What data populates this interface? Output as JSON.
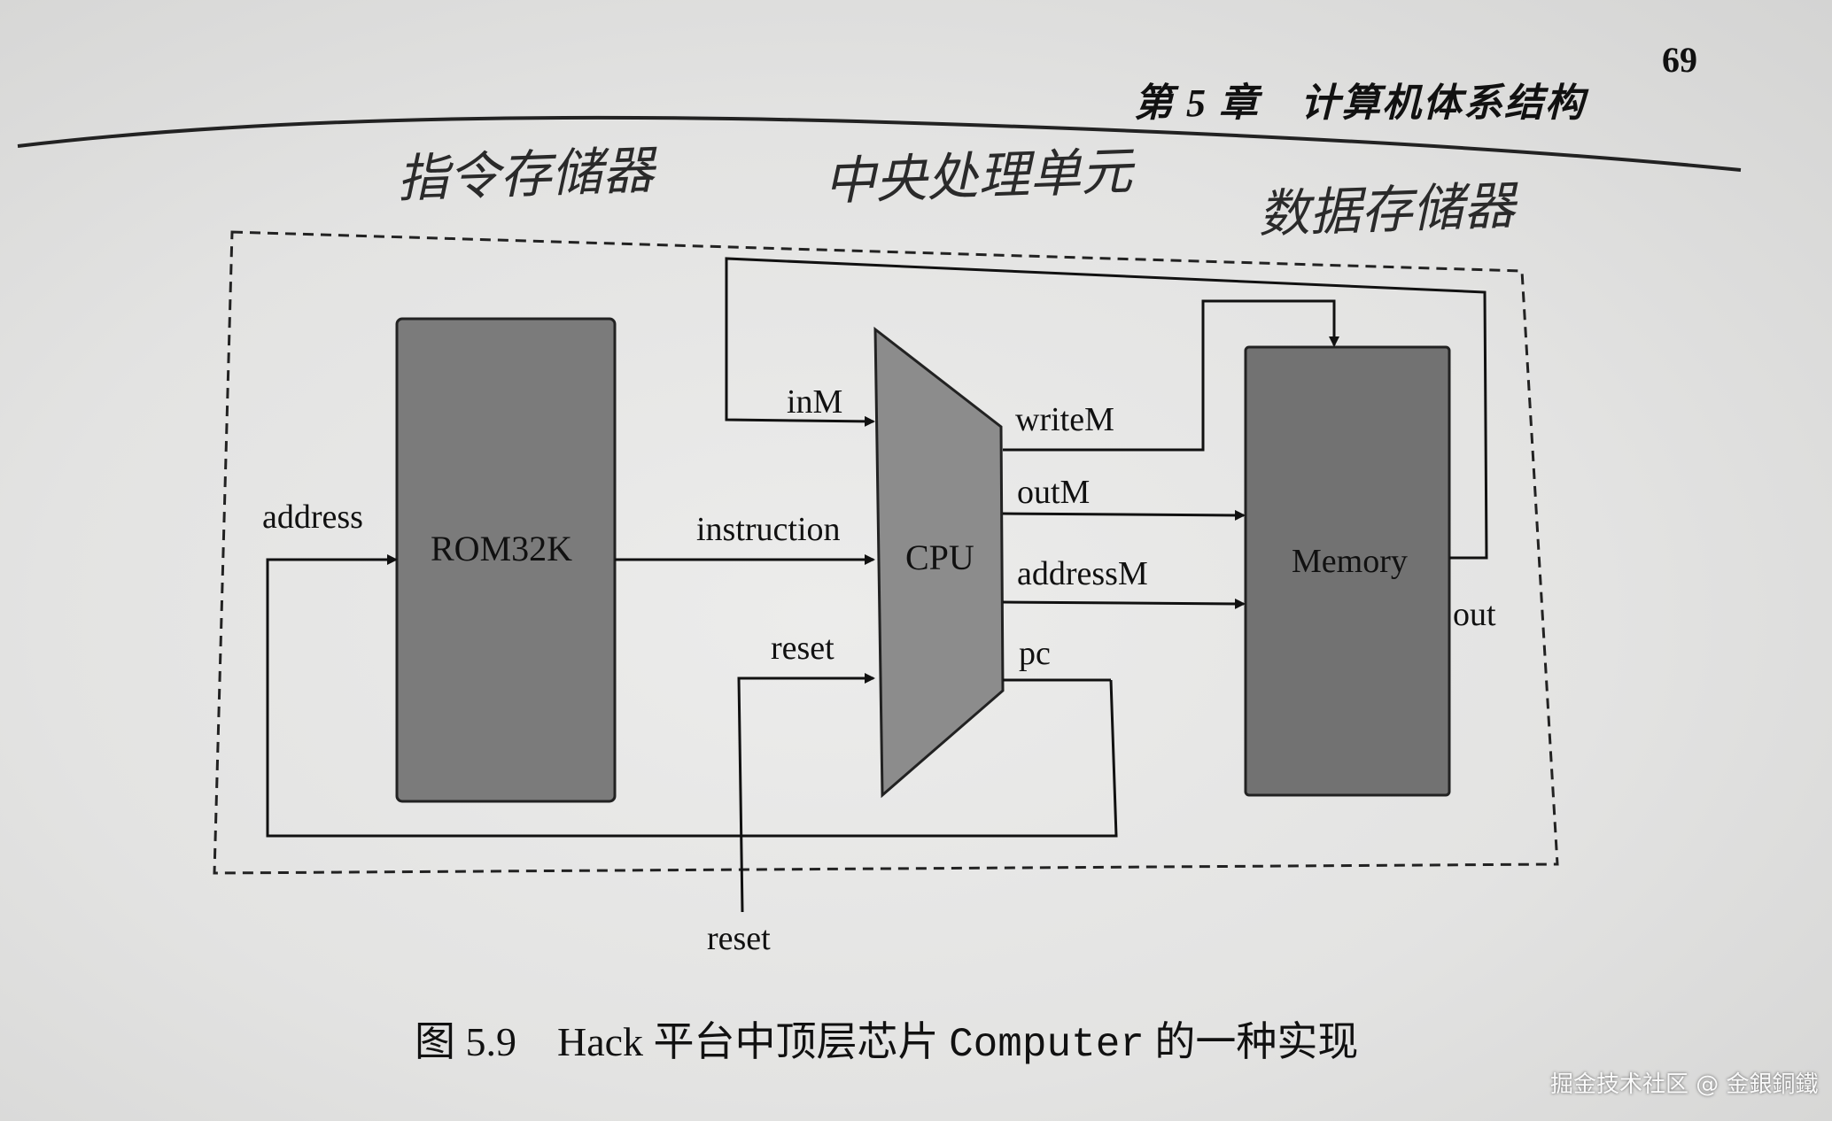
{
  "header": {
    "chapter": "第 5 章　计算机体系结构",
    "page_number": "69"
  },
  "annotations": {
    "instruction_memory": "指令存储器",
    "cpu": "中央处理单元",
    "data_memory": "数据存储器"
  },
  "diagram": {
    "chips": {
      "rom": "ROM32K",
      "cpu": "CPU",
      "memory": "Memory"
    },
    "signals": {
      "address": "address",
      "instruction": "instruction",
      "inM": "inM",
      "writeM": "writeM",
      "outM": "outM",
      "addressM": "addressM",
      "reset_internal": "reset",
      "pc": "pc",
      "out": "out",
      "reset_external": "reset"
    }
  },
  "caption": {
    "prefix": "图 5.9　Hack 平台中顶层芯片 ",
    "chip_name": "Computer",
    "suffix": " 的一种实现"
  },
  "watermark": "掘金技术社区 @ 金銀銅鐵"
}
